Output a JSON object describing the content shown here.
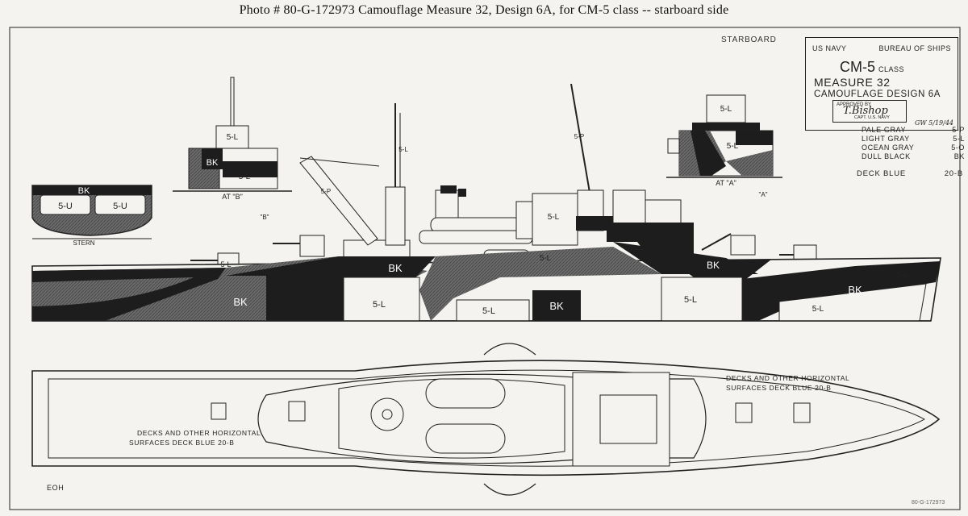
{
  "caption": "Photo # 80-G-172973      Camouflage Measure 32, Design 6A, for CM-5 class -- starboard side",
  "view_label": "STARBOARD",
  "title_block": {
    "agency_left": "US NAVY",
    "agency_right": "BUREAU OF SHIPS",
    "ship_class": "CM-5",
    "class_word": "CLASS",
    "measure": "MEASURE 32",
    "design": "CAMOUFLAGE DESIGN 6A",
    "approved_label": "APPROVED BY",
    "approver_title": "CAPT. U.S. NAVY",
    "signature": "T.Bishop",
    "initials_date": "GW 5/19/44"
  },
  "legend": [
    {
      "name": "PALE GRAY",
      "code": "5-P"
    },
    {
      "name": "LIGHT GRAY",
      "code": "5-L"
    },
    {
      "name": "OCEAN GRAY",
      "code": "5-O"
    },
    {
      "name": "DULL BLACK",
      "code": "BK"
    }
  ],
  "deck_legend": {
    "name": "DECK BLUE",
    "code": "20-B"
  },
  "section_labels": {
    "at_b": "AT \"B\"",
    "at_a": "AT \"A\"",
    "stern": "STERN",
    "marker_b": "\"B\"",
    "marker_a": "\"A\""
  },
  "paint_codes": {
    "pale": "5-P",
    "light": "5-L",
    "ocean": "5-O",
    "black": "BK",
    "undefined_u": "5-U"
  },
  "plan_notes": {
    "deck_note_left_1": "DECKS AND OTHER HORIZONTAL",
    "deck_note_left_2": "SURFACES DECK BLUE  20-B",
    "deck_note_right_1": "DECKS AND OTHER HORIZONTAL",
    "deck_note_right_2": "SURFACES  DECK BLUE  20-B",
    "drafter": "EOH"
  },
  "serial": "80-G-172973"
}
